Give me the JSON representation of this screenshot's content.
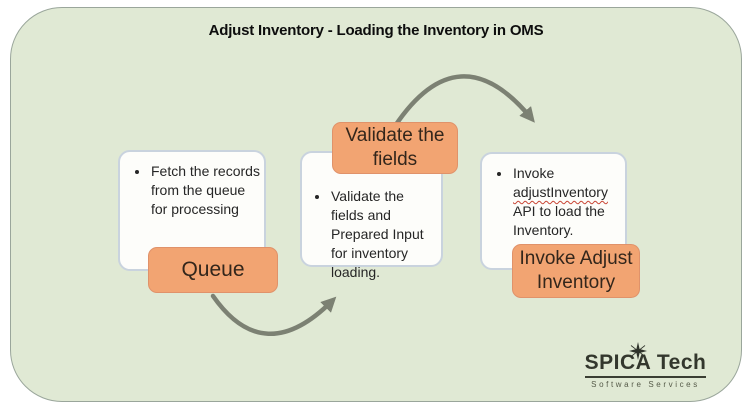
{
  "header": {
    "title": "Adjust Inventory - Loading the Inventory in OMS"
  },
  "colors": {
    "canvas_green": "#e0e9d4",
    "accent_orange": "#f2a472",
    "arrow_gray": "#7c8173",
    "box_border_blue": "#c9d3de",
    "squiggle_red": "#c84434"
  },
  "steps": [
    {
      "label": "Queue",
      "bullet": "Fetch the records from the queue for processing"
    },
    {
      "label": "Validate the fields",
      "bullet": "Validate the fields and Prepared Input for inventory loading."
    },
    {
      "label": "Invoke Adjust Inventory",
      "bullet_pre": "Invoke ",
      "bullet_highlight": "adjustInventory",
      "bullet_post": " API to load the Inventory."
    }
  ],
  "logo": {
    "brand": "SPICA Tech",
    "tagline": "Software Services"
  }
}
